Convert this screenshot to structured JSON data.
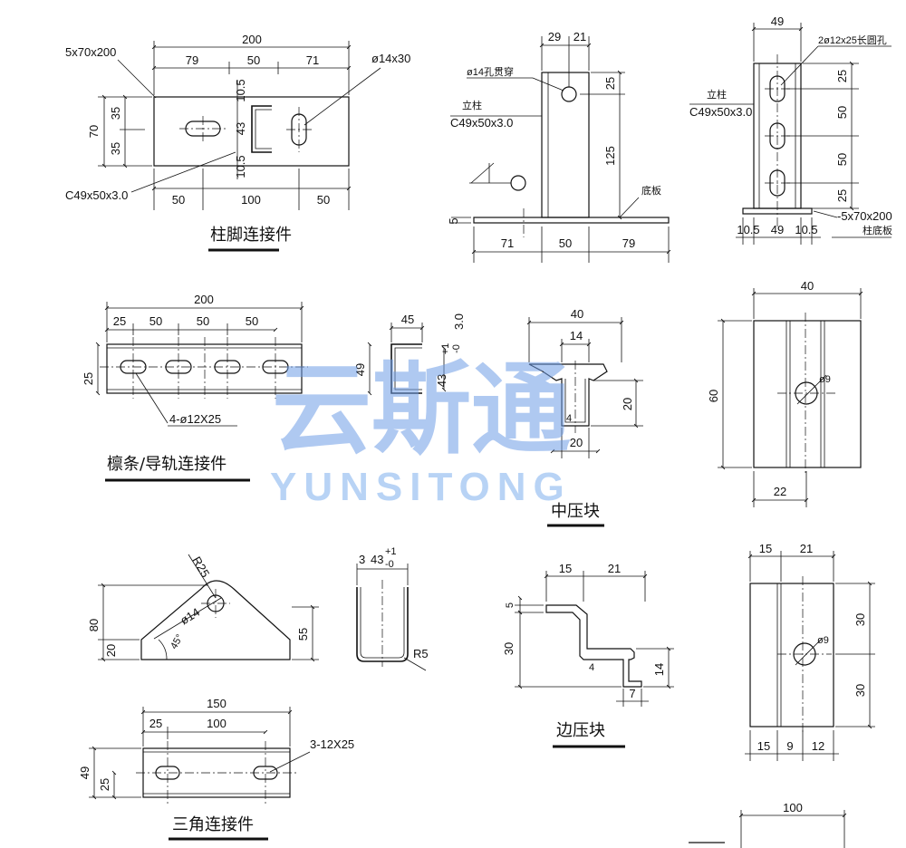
{
  "watermark": {
    "cn": "云斯通",
    "en": "YUNSITONG"
  },
  "titles": {
    "col_base": "柱脚连接件",
    "purlin": "檩条/导轨连接件",
    "mid_clamp": "中压块",
    "triangle": "三角连接件",
    "edge_clamp": "边压块"
  },
  "col_base_plan": {
    "overall": "200",
    "d79": "79",
    "d50": "50",
    "d71": "71",
    "plate": "5x70x200",
    "hole": "ø14x30",
    "h70": "70",
    "h35a": "35",
    "h35b": "35",
    "d105a": "10.5",
    "d43": "43",
    "d105b": "10.5",
    "column": "C49x50x3.0",
    "b50a": "50",
    "b100": "100",
    "b50b": "50"
  },
  "col_base_side": {
    "d29": "29",
    "d21": "21",
    "hole": "ø14孔贯穿",
    "col_label": "立柱",
    "column": "C49x50x3.0",
    "d25": "25",
    "d125": "125",
    "base_label": "底板",
    "d5": "5",
    "b71": "71",
    "b50": "50",
    "b79": "79"
  },
  "col_base_front": {
    "top": "49",
    "slots": "2ø12x25长圆孔",
    "col_label": "立柱",
    "column": "C49x50x3.0",
    "d25a": "25",
    "d50a": "50",
    "d50b": "50",
    "d25b": "25",
    "plate": "-5x70x200",
    "plate_label": "柱底板",
    "b105a": "10.5",
    "b49": "49",
    "b105b": "10.5"
  },
  "purlin": {
    "overall": "200",
    "d25": "25",
    "d50a": "50",
    "d50b": "50",
    "d50c": "50",
    "h25": "25",
    "slots": "4-ø12X25",
    "sec_w": "45",
    "sec_t": "3.0",
    "sec_h": "49",
    "sec_tol": "43",
    "tol_plus": "+1",
    "tol_minus": "-0"
  },
  "mid_clamp": {
    "top": "40",
    "inner": "14",
    "h20": "20",
    "t4": "4",
    "bottom": "20"
  },
  "mid_plan": {
    "top": "40",
    "h60": "60",
    "hole": "ø9",
    "bottom": "22"
  },
  "triangle": {
    "r25": "R25",
    "h80": "80",
    "hole": "ø14",
    "a45": "45°",
    "h20": "20",
    "h55": "55",
    "tol_t": "3",
    "tol_h": "43",
    "tol_plus": "+1",
    "tol_minus": "-0",
    "r5": "R5"
  },
  "tri_plan": {
    "overall": "150",
    "d25": "25",
    "d100": "100",
    "slots": "3-12X25",
    "h49": "49",
    "h25": "25"
  },
  "edge_clamp": {
    "d15": "15",
    "d21": "21",
    "d5": "5",
    "h30": "30",
    "t4": "4",
    "h14": "14",
    "d7": "7"
  },
  "edge_plan": {
    "d15": "15",
    "d21": "21",
    "hole": "ø9",
    "h30a": "30",
    "h30b": "30",
    "b15": "15",
    "b9": "9",
    "b12": "12"
  },
  "bottom_partial": {
    "d100": "100"
  }
}
